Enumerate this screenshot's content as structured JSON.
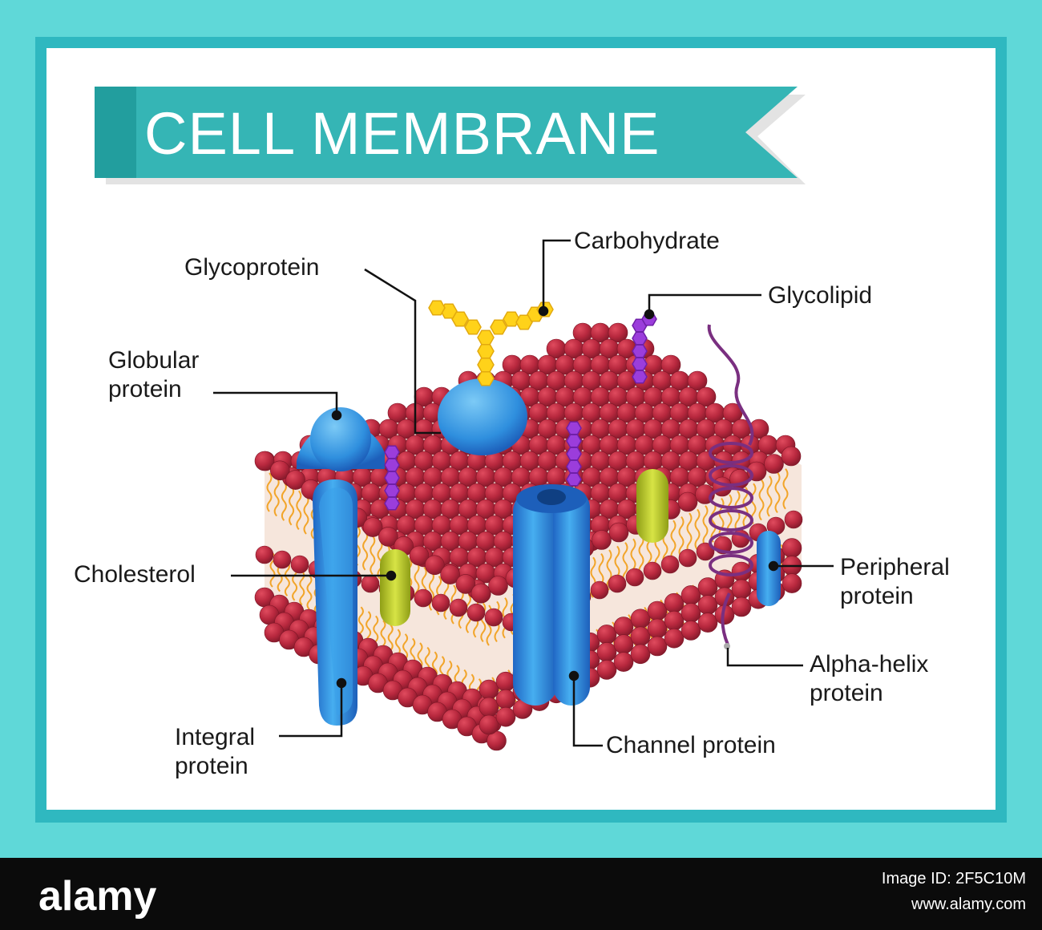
{
  "title": "CELL MEMBRANE",
  "labels": {
    "glycoprotein": "Glycoprotein",
    "carbohydrate": "Carbohydrate",
    "glycolipid": "Glycolipid",
    "globular_protein": "Globular\nprotein",
    "cholesterol": "Cholesterol",
    "peripheral_protein": "Peripheral\nprotein",
    "alpha_helix_protein": "Alpha-helix\nprotein",
    "integral_protein": "Integral\nprotein",
    "channel_protein": "Channel protein"
  },
  "footer": {
    "logo": "alamy",
    "image_id": "Image ID: 2F5C10M",
    "site": "www.alamy.com"
  },
  "colors": {
    "frame": "#5fd8d8",
    "banner": "#35b5b5",
    "lipid_head": "#b8283e",
    "protein": "#2f8fde",
    "cholesterol": "#b5c727",
    "tail": "#f2a52a",
    "carbohydrate": "#ffd21a",
    "glycolipid": "#9b3ddb"
  }
}
